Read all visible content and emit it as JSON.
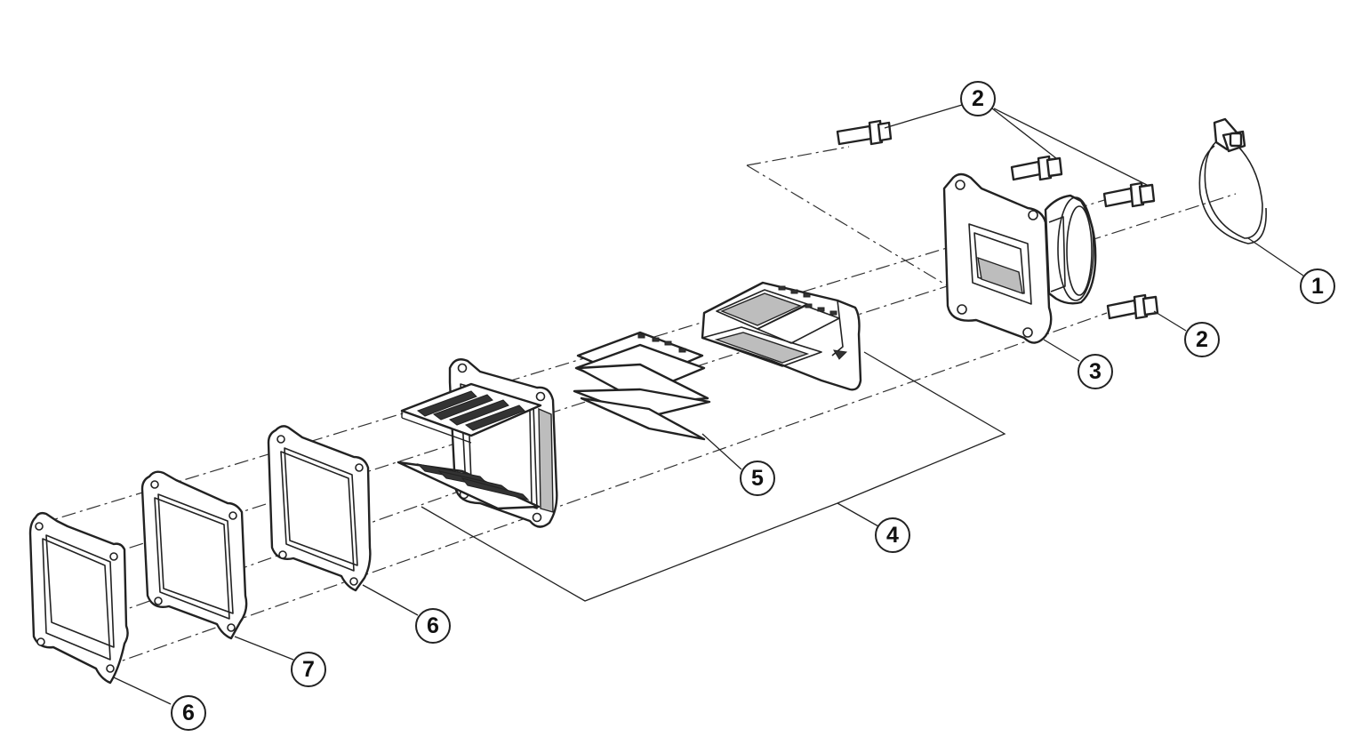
{
  "callouts": [
    {
      "id": "c1",
      "label": "1"
    },
    {
      "id": "c2a",
      "label": "2"
    },
    {
      "id": "c2b",
      "label": "2"
    },
    {
      "id": "c3",
      "label": "3"
    },
    {
      "id": "c4",
      "label": "4"
    },
    {
      "id": "c5",
      "label": "5"
    },
    {
      "id": "c6a",
      "label": "6"
    },
    {
      "id": "c6b",
      "label": "6"
    },
    {
      "id": "c7",
      "label": "7"
    }
  ]
}
